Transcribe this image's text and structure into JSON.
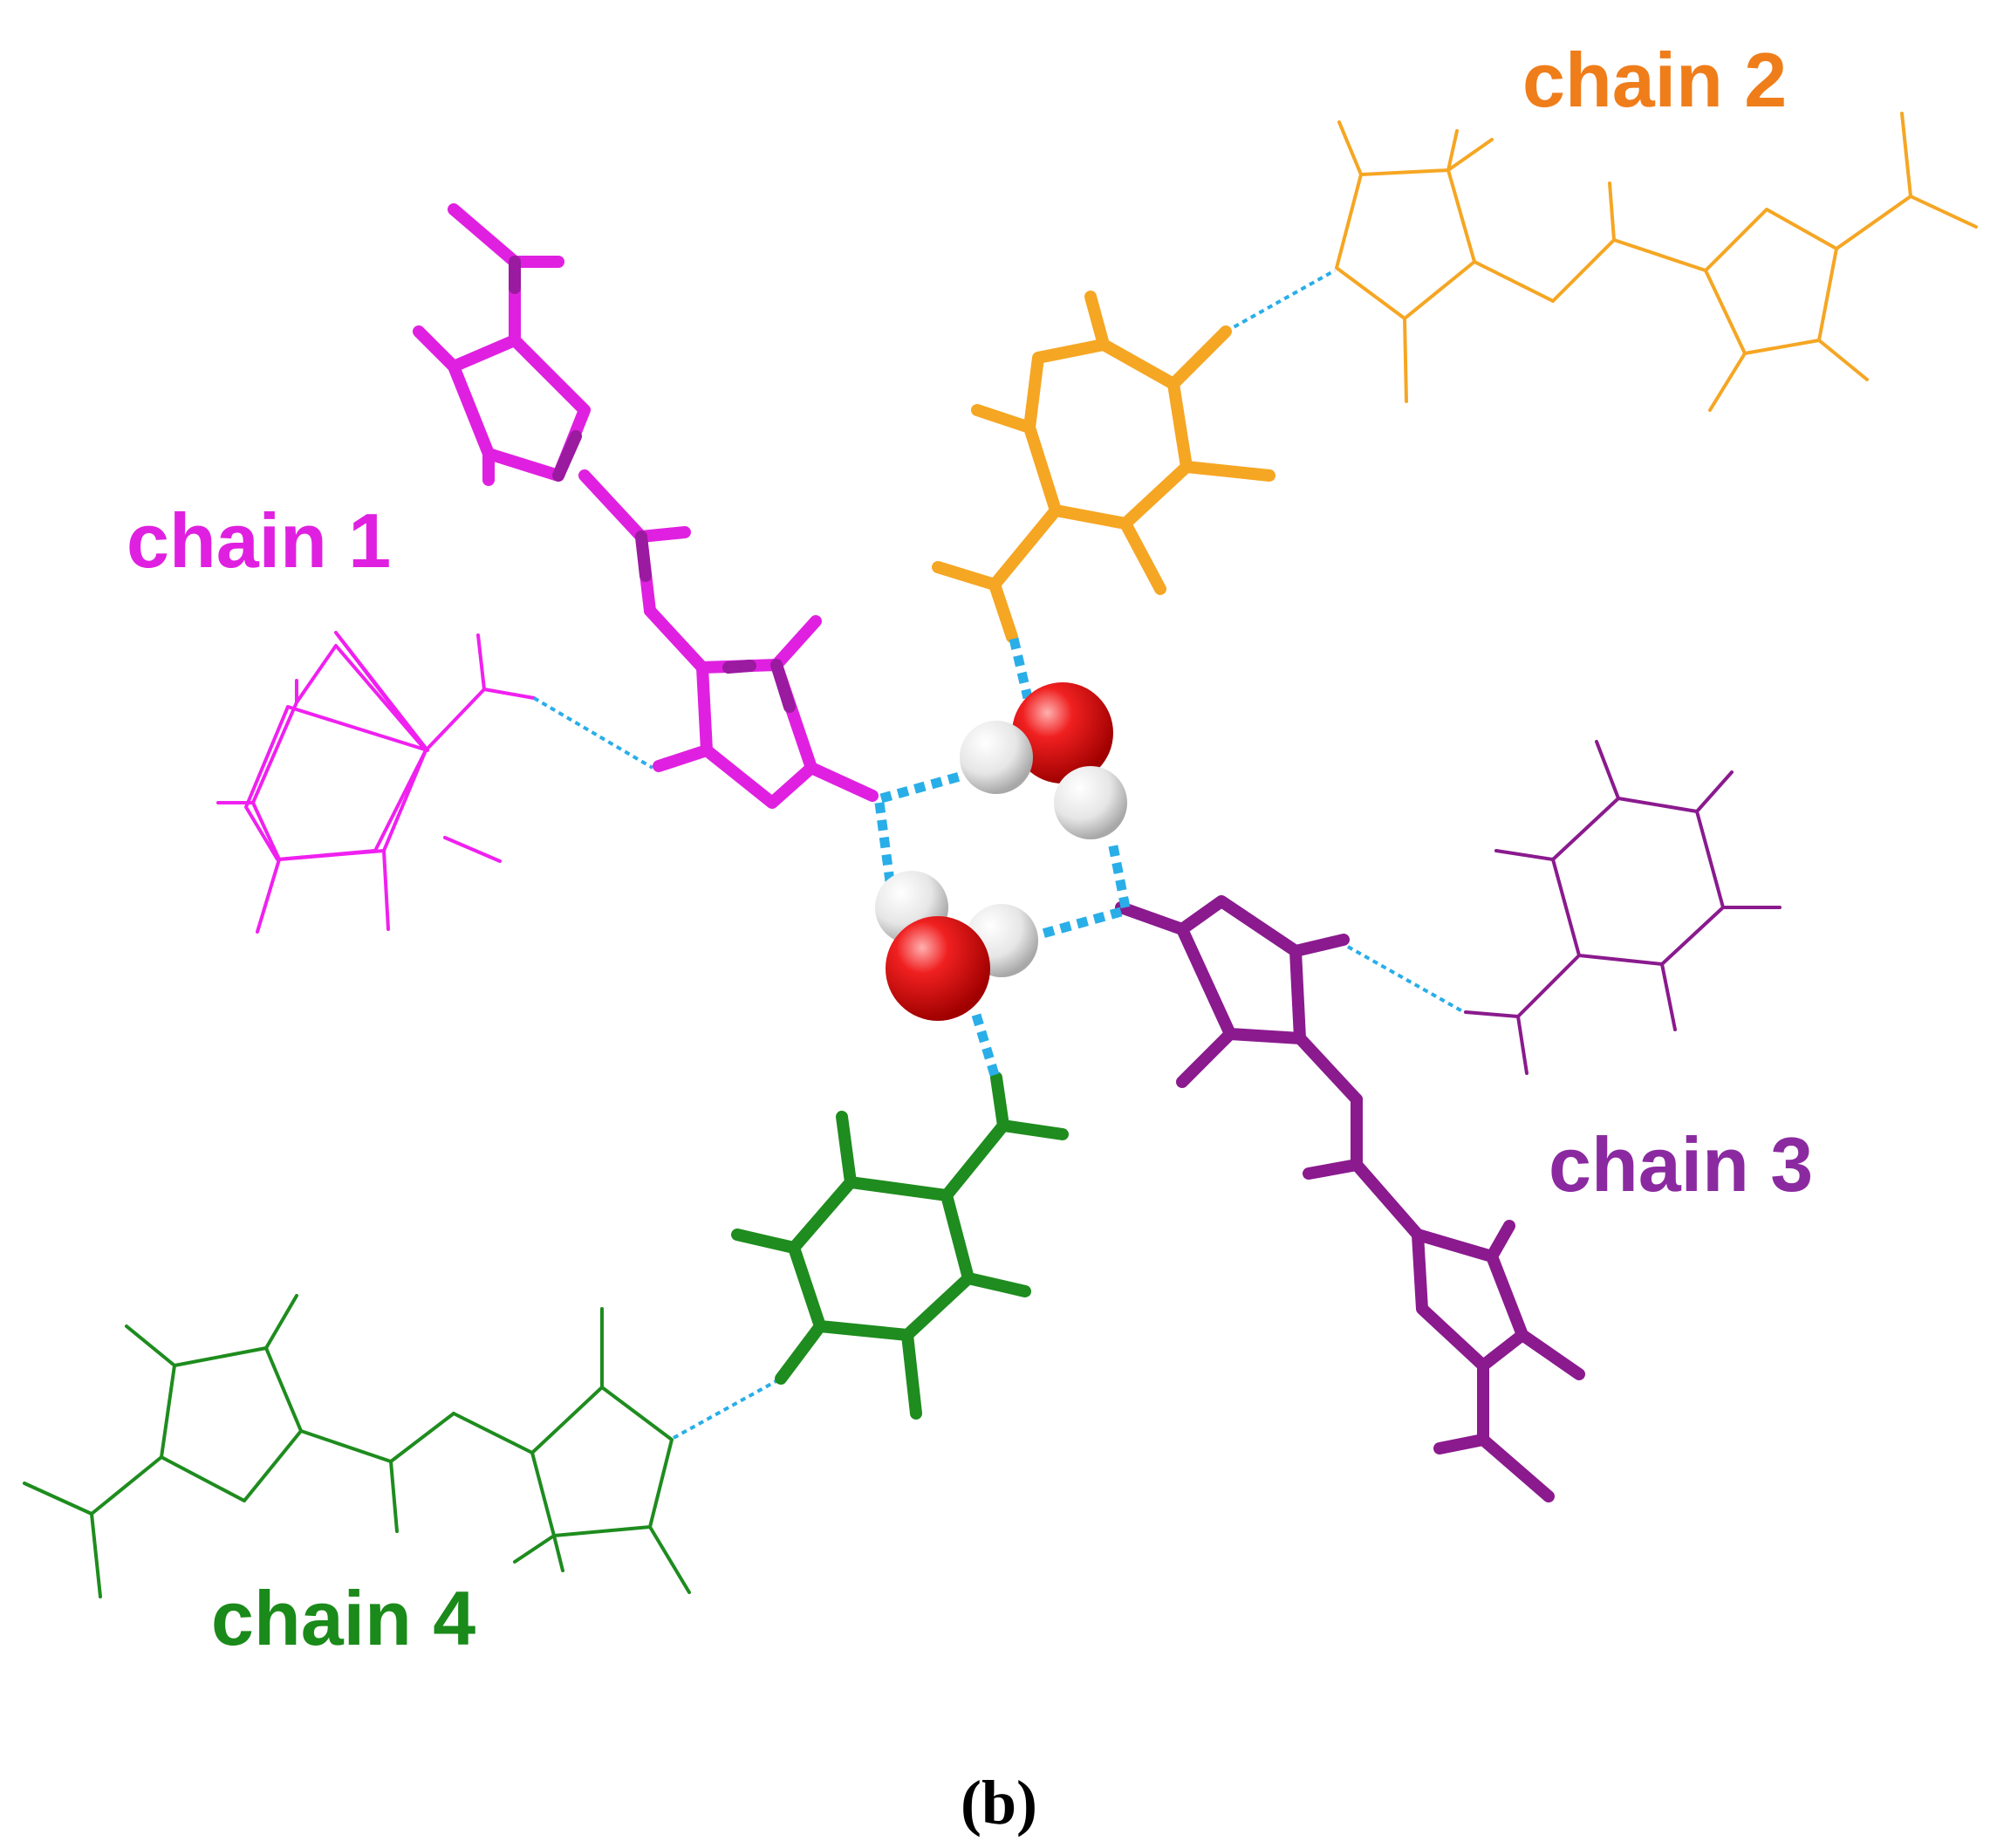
{
  "figure": {
    "panel_label": "(b)",
    "chains": [
      {
        "id": "chain-1",
        "label": "chain 1",
        "color": "#e020e0",
        "dark_color": "#9a1aa0"
      },
      {
        "id": "chain-2",
        "label": "chain 2",
        "color": "#f5a623",
        "text_color": "#ef7d1a"
      },
      {
        "id": "chain-3",
        "label": "chain 3",
        "color": "#8a1a8e",
        "text_color": "#8b2aa0"
      },
      {
        "id": "chain-4",
        "label": "chain 4",
        "color": "#1e8c1e",
        "text_color": "#1a8a1a"
      }
    ],
    "colors": {
      "hydrogen_bond": "#29aee8",
      "oxygen": "#e01010",
      "hydrogen": "#eeeeee"
    },
    "molecules": [
      "water",
      "water"
    ]
  }
}
